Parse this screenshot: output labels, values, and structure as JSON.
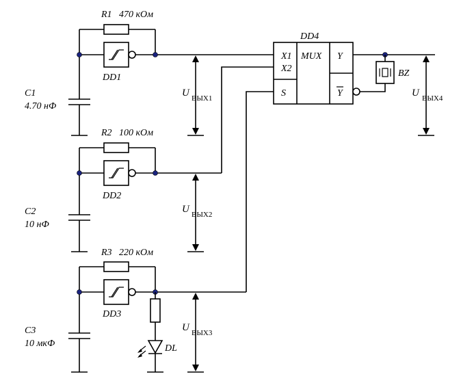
{
  "components": {
    "r1": {
      "ref": "R1",
      "value": "470 кОм"
    },
    "r2": {
      "ref": "R2",
      "value": "100 кОм"
    },
    "r3": {
      "ref": "R3",
      "value": "220 кОм"
    },
    "c1": {
      "ref": "C1",
      "value": "4.70 нФ"
    },
    "c2": {
      "ref": "C2",
      "value": "10 нФ"
    },
    "c3": {
      "ref": "C3",
      "value": "10 мкФ"
    },
    "dd1": "DD1",
    "dd2": "DD2",
    "dd3": "DD3",
    "dd4": "DD4",
    "bz": "BZ",
    "dl": "DL"
  },
  "mux": {
    "title": "MUX",
    "in1": "X1",
    "in2": "X2",
    "sel": "S",
    "out": "Y",
    "out_inv": "Y"
  },
  "voltages": {
    "symbol": "U",
    "u1": "ВЫХ1",
    "u2": "ВЫХ2",
    "u3": "ВЫХ3",
    "u4": "ВЫХ4"
  },
  "colors": {
    "node": "#1a237e",
    "wire": "#000000"
  }
}
